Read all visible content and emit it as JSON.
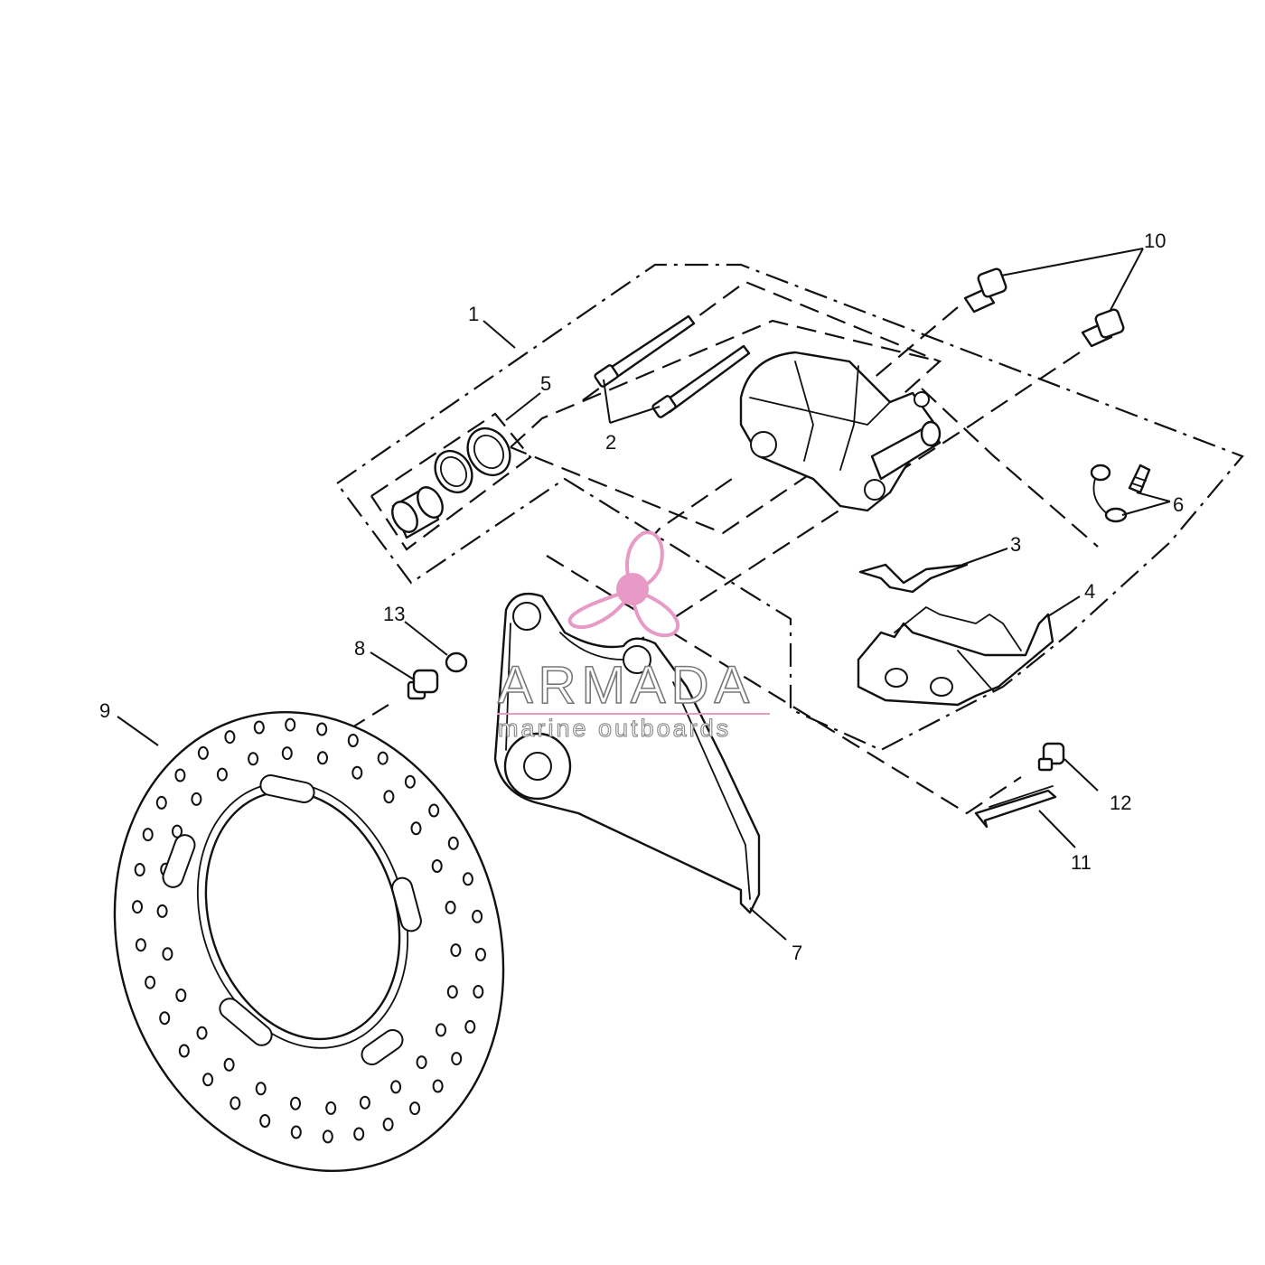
{
  "callouts": {
    "c1": "1",
    "c2": "2",
    "c3": "3",
    "c4": "4",
    "c5": "5",
    "c6": "6",
    "c7": "7",
    "c8": "8",
    "c9": "9",
    "c10": "10",
    "c11": "11",
    "c12": "12",
    "c13": "13"
  },
  "watermark": {
    "brand": "ARMADA",
    "tagline": "marine outboards",
    "color": "#e79ac6"
  },
  "colors": {
    "line": "#111111",
    "background": "#ffffff"
  }
}
